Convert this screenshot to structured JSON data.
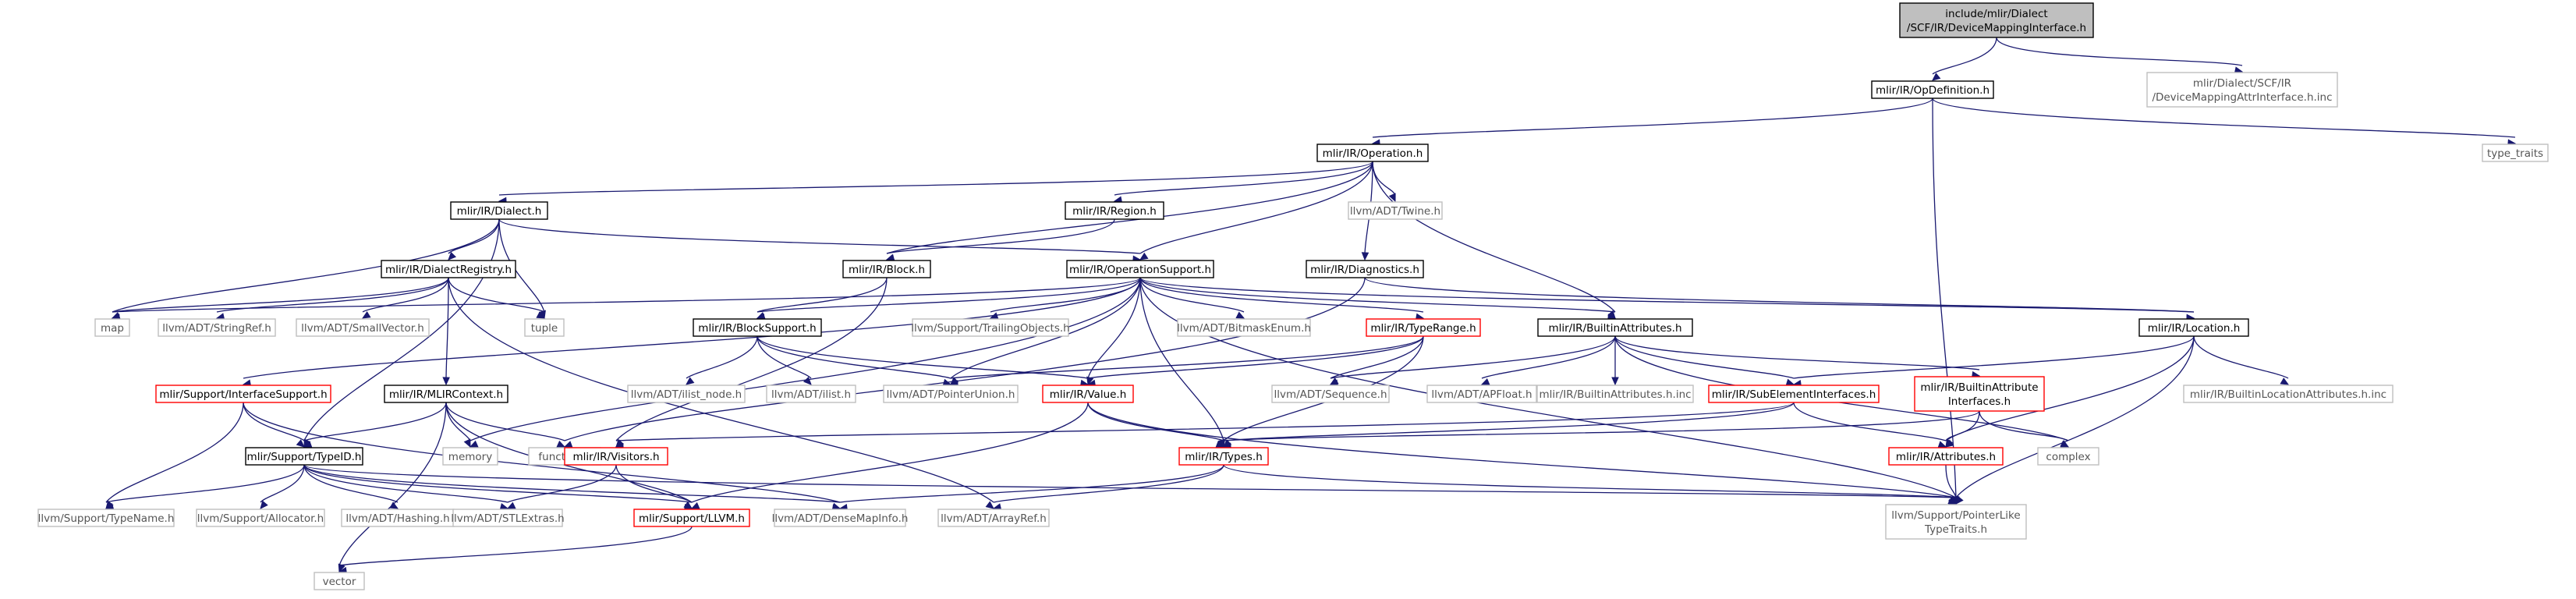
{
  "graph": {
    "colors": {
      "edge": "#191970",
      "root_fill": "#bfbfbf",
      "node_border": "#000000",
      "truncated_border": "#ff0000",
      "system_border": "#bfbfbf",
      "system_text": "#555555"
    },
    "nodes": [
      {
        "id": "root",
        "kind": "root",
        "lines": [
          "include/mlir/Dialect",
          "/SCF/IR/DeviceMappingInterface.h"
        ]
      },
      {
        "id": "opdef",
        "kind": "normal",
        "lines": [
          "mlir/IR/OpDefinition.h"
        ]
      },
      {
        "id": "devmapinc",
        "kind": "system",
        "lines": [
          "mlir/Dialect/SCF/IR",
          "/DeviceMappingAttrInterface.h.inc"
        ]
      },
      {
        "id": "operation",
        "kind": "normal",
        "lines": [
          "mlir/IR/Operation.h"
        ]
      },
      {
        "id": "type_traits",
        "kind": "system",
        "lines": [
          "type_traits"
        ]
      },
      {
        "id": "dialect",
        "kind": "normal",
        "lines": [
          "mlir/IR/Dialect.h"
        ]
      },
      {
        "id": "region",
        "kind": "normal",
        "lines": [
          "mlir/IR/Region.h"
        ]
      },
      {
        "id": "twine",
        "kind": "system",
        "lines": [
          "llvm/ADT/Twine.h"
        ]
      },
      {
        "id": "dialectreg",
        "kind": "normal",
        "lines": [
          "mlir/IR/DialectRegistry.h"
        ]
      },
      {
        "id": "block",
        "kind": "normal",
        "lines": [
          "mlir/IR/Block.h"
        ]
      },
      {
        "id": "opsupport",
        "kind": "normal",
        "lines": [
          "mlir/IR/OperationSupport.h"
        ]
      },
      {
        "id": "diagnostics",
        "kind": "normal",
        "lines": [
          "mlir/IR/Diagnostics.h"
        ]
      },
      {
        "id": "map",
        "kind": "system",
        "lines": [
          "map"
        ]
      },
      {
        "id": "stringref",
        "kind": "system",
        "lines": [
          "llvm/ADT/StringRef.h"
        ]
      },
      {
        "id": "smallvector",
        "kind": "system",
        "lines": [
          "llvm/ADT/SmallVector.h"
        ]
      },
      {
        "id": "tuple",
        "kind": "system",
        "lines": [
          "tuple"
        ]
      },
      {
        "id": "blocksupport",
        "kind": "normal",
        "lines": [
          "mlir/IR/BlockSupport.h"
        ]
      },
      {
        "id": "trailingobjs",
        "kind": "system",
        "lines": [
          "llvm/Support/TrailingObjects.h"
        ]
      },
      {
        "id": "bitmaskenum",
        "kind": "system",
        "lines": [
          "llvm/ADT/BitmaskEnum.h"
        ]
      },
      {
        "id": "typerange",
        "kind": "truncated",
        "lines": [
          "mlir/IR/TypeRange.h"
        ]
      },
      {
        "id": "builtinattrs",
        "kind": "normal",
        "lines": [
          "mlir/IR/BuiltinAttributes.h"
        ]
      },
      {
        "id": "location",
        "kind": "normal",
        "lines": [
          "mlir/IR/Location.h"
        ]
      },
      {
        "id": "ifacesupport",
        "kind": "truncated",
        "lines": [
          "mlir/Support/InterfaceSupport.h"
        ]
      },
      {
        "id": "mlircontext",
        "kind": "normal",
        "lines": [
          "mlir/IR/MLIRContext.h"
        ]
      },
      {
        "id": "ilist_node",
        "kind": "system",
        "lines": [
          "llvm/ADT/ilist_node.h"
        ]
      },
      {
        "id": "ilist",
        "kind": "system",
        "lines": [
          "llvm/ADT/ilist.h"
        ]
      },
      {
        "id": "ptrunion",
        "kind": "system",
        "lines": [
          "llvm/ADT/PointerUnion.h"
        ]
      },
      {
        "id": "value",
        "kind": "truncated",
        "lines": [
          "mlir/IR/Value.h"
        ]
      },
      {
        "id": "sequence",
        "kind": "system",
        "lines": [
          "llvm/ADT/Sequence.h"
        ]
      },
      {
        "id": "apfloat",
        "kind": "system",
        "lines": [
          "llvm/ADT/APFloat.h"
        ]
      },
      {
        "id": "builtinattrsinc",
        "kind": "system",
        "lines": [
          "mlir/IR/BuiltinAttributes.h.inc"
        ]
      },
      {
        "id": "subelem",
        "kind": "truncated",
        "lines": [
          "mlir/IR/SubElementInterfaces.h"
        ]
      },
      {
        "id": "builtinattrifaces",
        "kind": "truncated",
        "lines": [
          "mlir/IR/BuiltinAttribute",
          "Interfaces.h"
        ]
      },
      {
        "id": "builtinlocinc",
        "kind": "system",
        "lines": [
          "mlir/IR/BuiltinLocationAttributes.h.inc"
        ]
      },
      {
        "id": "memory",
        "kind": "system",
        "lines": [
          "memory"
        ]
      },
      {
        "id": "functional",
        "kind": "system",
        "lines": [
          "functional"
        ]
      },
      {
        "id": "visitors",
        "kind": "truncated",
        "lines": [
          "mlir/IR/Visitors.h"
        ]
      },
      {
        "id": "typeid",
        "kind": "normal",
        "lines": [
          "mlir/Support/TypeID.h"
        ]
      },
      {
        "id": "types",
        "kind": "truncated",
        "lines": [
          "mlir/IR/Types.h"
        ]
      },
      {
        "id": "attributes",
        "kind": "truncated",
        "lines": [
          "mlir/IR/Attributes.h"
        ]
      },
      {
        "id": "complex",
        "kind": "system",
        "lines": [
          "complex"
        ]
      },
      {
        "id": "typename",
        "kind": "system",
        "lines": [
          "llvm/Support/TypeName.h"
        ]
      },
      {
        "id": "allocator",
        "kind": "system",
        "lines": [
          "llvm/Support/Allocator.h"
        ]
      },
      {
        "id": "hashing",
        "kind": "system",
        "lines": [
          "llvm/ADT/Hashing.h"
        ]
      },
      {
        "id": "stlextras",
        "kind": "system",
        "lines": [
          "llvm/ADT/STLExtras.h"
        ]
      },
      {
        "id": "llvmh",
        "kind": "truncated",
        "lines": [
          "mlir/Support/LLVM.h"
        ]
      },
      {
        "id": "densemapinfo",
        "kind": "system",
        "lines": [
          "llvm/ADT/DenseMapInfo.h"
        ]
      },
      {
        "id": "arrayref",
        "kind": "system",
        "lines": [
          "llvm/ADT/ArrayRef.h"
        ]
      },
      {
        "id": "ptrlike",
        "kind": "system",
        "lines": [
          "llvm/Support/PointerLike",
          "TypeTraits.h"
        ]
      },
      {
        "id": "vector",
        "kind": "system",
        "lines": [
          "vector"
        ]
      }
    ],
    "edges": [
      [
        "root",
        "opdef"
      ],
      [
        "root",
        "devmapinc"
      ],
      [
        "opdef",
        "operation"
      ],
      [
        "opdef",
        "type_traits"
      ],
      [
        "opdef",
        "ptrlike"
      ],
      [
        "operation",
        "dialect"
      ],
      [
        "operation",
        "region"
      ],
      [
        "operation",
        "twine"
      ],
      [
        "operation",
        "opsupport"
      ],
      [
        "operation",
        "diagnostics"
      ],
      [
        "operation",
        "builtinattrs"
      ],
      [
        "operation",
        "block"
      ],
      [
        "dialect",
        "dialectreg"
      ],
      [
        "dialect",
        "opsupport"
      ],
      [
        "dialect",
        "map"
      ],
      [
        "dialect",
        "tuple"
      ],
      [
        "dialect",
        "typeid"
      ],
      [
        "region",
        "block"
      ],
      [
        "dialectreg",
        "map"
      ],
      [
        "dialectreg",
        "stringref"
      ],
      [
        "dialectreg",
        "smallvector"
      ],
      [
        "dialectreg",
        "tuple"
      ],
      [
        "dialectreg",
        "mlircontext"
      ],
      [
        "dialectreg",
        "arrayref"
      ],
      [
        "block",
        "blocksupport"
      ],
      [
        "block",
        "visitors"
      ],
      [
        "opsupport",
        "blocksupport"
      ],
      [
        "opsupport",
        "trailingobjs"
      ],
      [
        "opsupport",
        "bitmaskenum"
      ],
      [
        "opsupport",
        "typerange"
      ],
      [
        "opsupport",
        "builtinattrs"
      ],
      [
        "opsupport",
        "location"
      ],
      [
        "opsupport",
        "ifacesupport"
      ],
      [
        "opsupport",
        "memory"
      ],
      [
        "opsupport",
        "ptrunion"
      ],
      [
        "opsupport",
        "value"
      ],
      [
        "opsupport",
        "types"
      ],
      [
        "opsupport",
        "ptrlike"
      ],
      [
        "opsupport",
        "map"
      ],
      [
        "diagnostics",
        "location"
      ],
      [
        "diagnostics",
        "functional"
      ],
      [
        "blocksupport",
        "ilist_node"
      ],
      [
        "blocksupport",
        "ilist"
      ],
      [
        "blocksupport",
        "ptrunion"
      ],
      [
        "blocksupport",
        "value"
      ],
      [
        "typerange",
        "value"
      ],
      [
        "typerange",
        "sequence"
      ],
      [
        "typerange",
        "types"
      ],
      [
        "typerange",
        "ptrunion"
      ],
      [
        "builtinattrs",
        "subelem"
      ],
      [
        "builtinattrs",
        "builtinattrifaces"
      ],
      [
        "builtinattrs",
        "apfloat"
      ],
      [
        "builtinattrs",
        "builtinattrsinc"
      ],
      [
        "builtinattrs",
        "sequence"
      ],
      [
        "builtinattrs",
        "complex"
      ],
      [
        "location",
        "subelem"
      ],
      [
        "location",
        "attributes"
      ],
      [
        "location",
        "builtinlocinc"
      ],
      [
        "location",
        "ptrlike"
      ],
      [
        "ifacesupport",
        "typeid"
      ],
      [
        "ifacesupport",
        "typename"
      ],
      [
        "ifacesupport",
        "densemapinfo"
      ],
      [
        "mlircontext",
        "typeid"
      ],
      [
        "mlircontext",
        "memory"
      ],
      [
        "mlircontext",
        "functional"
      ],
      [
        "mlircontext",
        "vector"
      ],
      [
        "mlircontext",
        "llvmh"
      ],
      [
        "value",
        "types"
      ],
      [
        "value",
        "llvmh"
      ],
      [
        "value",
        "ptrlike"
      ],
      [
        "subelem",
        "attributes"
      ],
      [
        "subelem",
        "visitors"
      ],
      [
        "subelem",
        "types"
      ],
      [
        "builtinattrifaces",
        "attributes"
      ],
      [
        "builtinattrifaces",
        "types"
      ],
      [
        "builtinattrifaces",
        "complex"
      ],
      [
        "visitors",
        "llvmh"
      ],
      [
        "visitors",
        "stlextras"
      ],
      [
        "typeid",
        "typename"
      ],
      [
        "typeid",
        "allocator"
      ],
      [
        "typeid",
        "hashing"
      ],
      [
        "typeid",
        "stlextras"
      ],
      [
        "typeid",
        "densemapinfo"
      ],
      [
        "typeid",
        "ptrlike"
      ],
      [
        "typeid",
        "llvmh"
      ],
      [
        "types",
        "densemapinfo"
      ],
      [
        "types",
        "arrayref"
      ],
      [
        "types",
        "ptrlike"
      ],
      [
        "attributes",
        "ptrlike"
      ],
      [
        "llvmh",
        "vector"
      ]
    ]
  }
}
